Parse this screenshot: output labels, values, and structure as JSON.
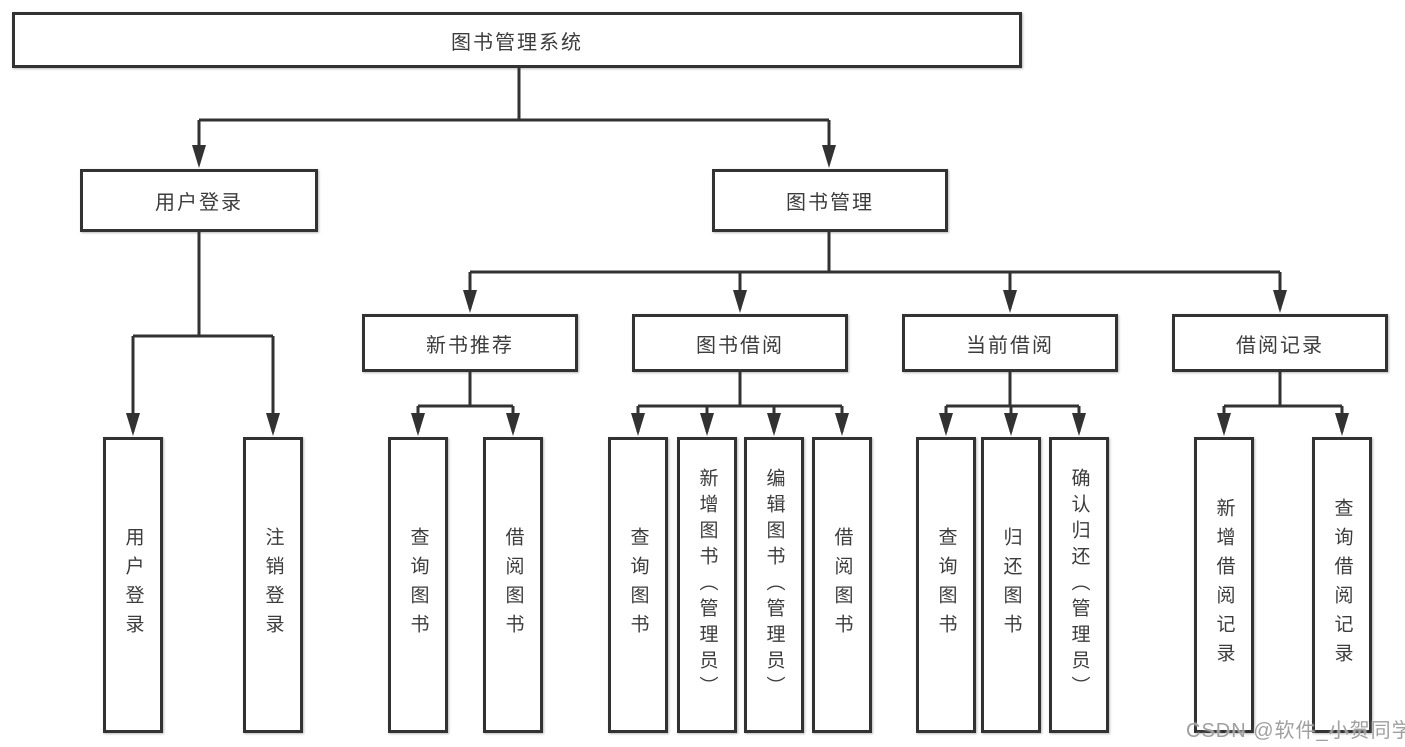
{
  "tree": {
    "root": "图书管理系统",
    "children": [
      {
        "label": "用户登录",
        "children": [
          "用户登录",
          "注销登录"
        ]
      },
      {
        "label": "图书管理",
        "children": [
          {
            "label": "新书推荐",
            "children": [
              "查询图书",
              "借阅图书"
            ]
          },
          {
            "label": "图书借阅",
            "children": [
              "查询图书",
              "新增图书（管理员）",
              "编辑图书（管理员）",
              "借阅图书"
            ]
          },
          {
            "label": "当前借阅",
            "children": [
              "查询图书",
              "归还图书",
              "确认归还（管理员）"
            ]
          },
          {
            "label": "借阅记录",
            "children": [
              "新增借阅记录",
              "查询借阅记录"
            ]
          }
        ]
      }
    ]
  },
  "watermark": {
    "text": "CSDN @软件_小贺同学"
  },
  "colors": {
    "line": "#323232",
    "text": "#3c3c3c",
    "watermark": "#a0a0a0",
    "background": "#ffffff"
  }
}
